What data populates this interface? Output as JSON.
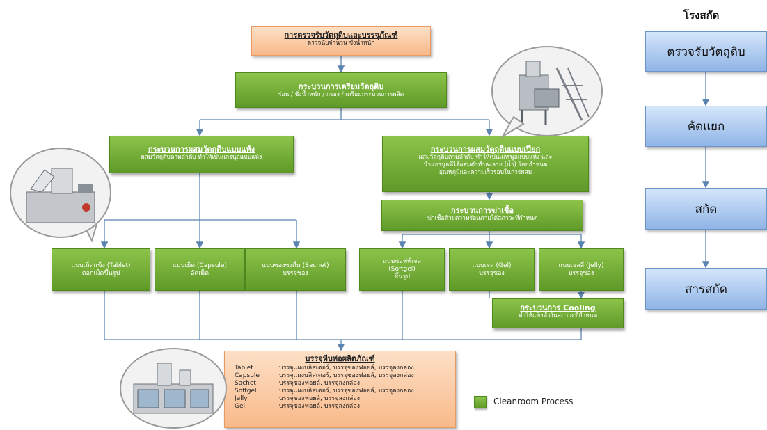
{
  "receive": {
    "title": "การตรวจรับวัตถุดิบและบรรจุภัณฑ์",
    "sub": "ตรวจนับจำนวน ชั่งน้ำหนัก"
  },
  "prepare": {
    "title": "กระบวนการเตรียมวัตถุดิบ",
    "sub": "ร่อน / ชั่งน้ำหนัก / กรอง / เตรียมกระบวนการผลิต"
  },
  "dry_mix": {
    "title": "กระบวนการผสมวัตถุดิบแบบแห้ง",
    "sub": "ผสมวัตถุดิบตามลำดับ ทำให้เป็นแกรนูลแบบแห้ง"
  },
  "wet_mix": {
    "title": "กระบวนการผสมวัตถุดิบแบบเปียก",
    "sub1": "ผสมวัตถุดิบตามลำดับ ทำให้เป็นแกรนูลแบบแห้ง และ",
    "sub2": "นำแกรนูลที่ได้ผสมตัวทำละลาย (น้ำ) โดยกำหนด",
    "sub3": "อุณหภูมิและความเร็วรอบในการผสม"
  },
  "sterilize": {
    "title": "กระบวนการฆ่าเชื้อ",
    "sub": "ฆ่าเชื้อด้วยความร้อนภายใต้สภาวะที่กำหนด"
  },
  "tablet": {
    "l1": "แบบเม็ดแข็ง (Tablet)",
    "l2": "ตอกเม็ดขึ้นรูป"
  },
  "capsule": {
    "l1": "แบบเม็ด (Capsule)",
    "l2": "อัดเม็ด"
  },
  "sachet": {
    "l1": "แบบซองชงดื่ม (Sachet)",
    "l2": "บรรจุซอง"
  },
  "softgel": {
    "l1": "แบบซอฟท์เจล",
    "l2": "(Softgel)",
    "l3": "ขึ้นรูป"
  },
  "gel": {
    "l1": "แบบเจล (Gel)",
    "l2": "บรรจุซอง"
  },
  "jelly": {
    "l1": "แบบเจลลี่ (Jelly)",
    "l2": "บรรจุซอง"
  },
  "cooling": {
    "title": "กระบวนการ Cooling",
    "sub": "ทำให้แข็งตัวในสภาวะที่กำหนด"
  },
  "packaging": {
    "title": "บรรจุหีบห่อผลิตภัณฑ์",
    "rows": [
      {
        "k": "Tablet",
        "v": ": บรรจุแผงบลิสเตอร์, บรรจุซองฟอยล์, บรรจุลงกล่อง"
      },
      {
        "k": "Capsule",
        "v": ": บรรจุแผงบลิสเตอร์, บรรจุซองฟอยล์, บรรจุลงกล่อง"
      },
      {
        "k": "Sachet",
        "v": ": บรรจุซองฟอยล์, บรรจุลงกล่อง"
      },
      {
        "k": "Softgel",
        "v": ": บรรจุแผงบลิสเตอร์, บรรจุซองฟอยล์, บรรจุลงกล่อง"
      },
      {
        "k": "Jelly",
        "v": ": บรรจุซองฟอยล์, บรรจุลงกล่อง"
      },
      {
        "k": "Gel",
        "v": ": บรรจุซองฟอยล์, บรรจุลงกล่อง"
      }
    ]
  },
  "legend": {
    "label": "Cleanroom Process",
    "color": "#6fae2f"
  },
  "extraction": {
    "heading": "โรงสกัด",
    "steps": [
      "ตรวจรับวัตถุดิบ",
      "คัดแยก",
      "สกัด",
      "สารสกัด"
    ]
  },
  "colors": {
    "green": "#6fae2f",
    "orange": "#f8b98a",
    "blue": "#a9c6ee",
    "line": "#5b84b1"
  }
}
